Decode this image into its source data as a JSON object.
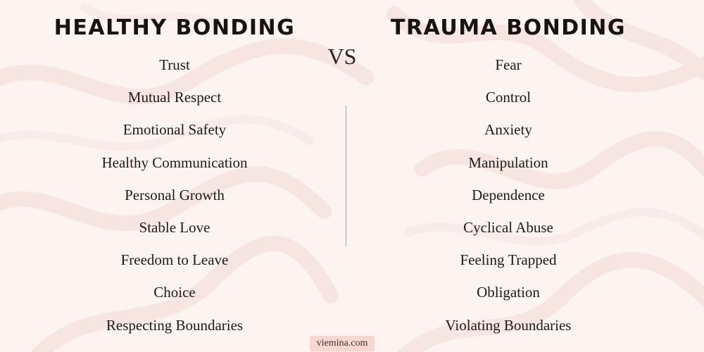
{
  "colors": {
    "background": "#fdf3f0",
    "swirl": "#f6e5e0",
    "divider": "#b49a94",
    "watermark_bg": "#f8d7d0"
  },
  "left": {
    "heading": "HEALTHY BONDING",
    "items": [
      "Trust",
      "Mutual Respect",
      "Emotional Safety",
      "Healthy Communication",
      "Personal Growth",
      "Stable Love",
      "Freedom to Leave",
      "Choice",
      "Respecting Boundaries"
    ]
  },
  "vs_label": "VS",
  "right": {
    "heading": "TRAUMA BONDING",
    "items": [
      "Fear",
      "Control",
      "Anxiety",
      "Manipulation",
      "Dependence",
      "Cyclical Abuse",
      "Feeling Trapped",
      "Obligation",
      "Violating Boundaries"
    ]
  },
  "watermark": "viemina.com"
}
